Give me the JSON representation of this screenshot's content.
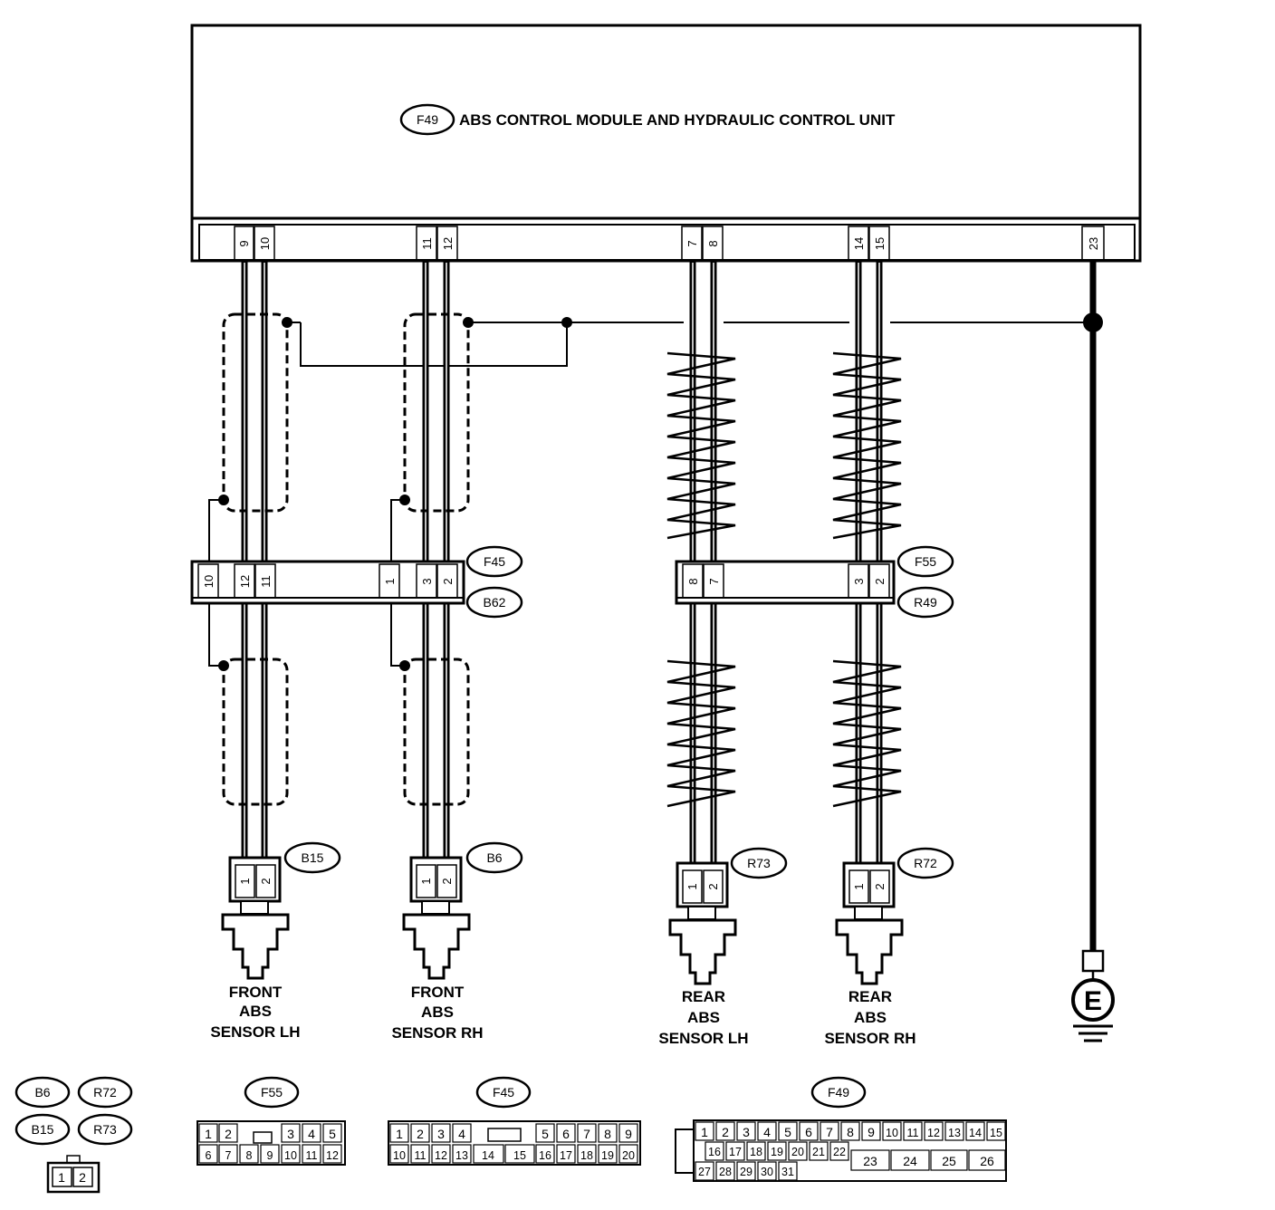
{
  "module": {
    "tag": "F49",
    "title": "ABS CONTROL MODULE AND HYDRAULIC  CONTROL UNIT",
    "pins": [
      "9",
      "10",
      "11",
      "12",
      "7",
      "8",
      "14",
      "15",
      "23"
    ]
  },
  "inline_front": {
    "tag_top": "F45",
    "tag_bottom": "B62",
    "pins": [
      "10",
      "12",
      "11",
      "1",
      "3",
      "2"
    ]
  },
  "inline_rear": {
    "tag_top": "F55",
    "tag_bottom": "R49",
    "pins": [
      "8",
      "7",
      "3",
      "2"
    ]
  },
  "sensors": [
    {
      "tag": "B15",
      "pins": [
        "1",
        "2"
      ],
      "line1": "FRONT",
      "line2": "ABS",
      "line3": "SENSOR LH"
    },
    {
      "tag": "B6",
      "pins": [
        "1",
        "2"
      ],
      "line1": "FRONT",
      "line2": "ABS",
      "line3": "SENSOR RH"
    },
    {
      "tag": "R73",
      "pins": [
        "1",
        "2"
      ],
      "line1": "REAR",
      "line2": "ABS",
      "line3": "SENSOR LH"
    },
    {
      "tag": "R72",
      "pins": [
        "1",
        "2"
      ],
      "line1": "REAR",
      "line2": "ABS",
      "line3": "SENSOR RH"
    }
  ],
  "ground": {
    "label": "E"
  },
  "legend": {
    "small_tags": [
      "B6",
      "R72",
      "B15",
      "R73"
    ],
    "small_pins": [
      "1",
      "2"
    ],
    "f55": {
      "tag": "F55",
      "row1": [
        "1",
        "2",
        "3",
        "4",
        "5"
      ],
      "row2": [
        "6",
        "7",
        "8",
        "9",
        "10",
        "11",
        "12"
      ]
    },
    "f45": {
      "tag": "F45",
      "row1": [
        "1",
        "2",
        "3",
        "4",
        "5",
        "6",
        "7",
        "8",
        "9"
      ],
      "row2": [
        "10",
        "11",
        "12",
        "13",
        "14",
        "15",
        "16",
        "17",
        "18",
        "19",
        "20"
      ]
    },
    "f49": {
      "tag": "F49",
      "row1": [
        "1",
        "2",
        "3",
        "4",
        "5",
        "6",
        "7",
        "8",
        "9",
        "10",
        "11",
        "12",
        "13",
        "14",
        "15"
      ],
      "row2": [
        "16",
        "17",
        "18",
        "19",
        "20",
        "21",
        "22"
      ],
      "row3": [
        "27",
        "28",
        "29",
        "30",
        "31"
      ],
      "big": [
        "23",
        "24",
        "25",
        "26"
      ]
    }
  }
}
